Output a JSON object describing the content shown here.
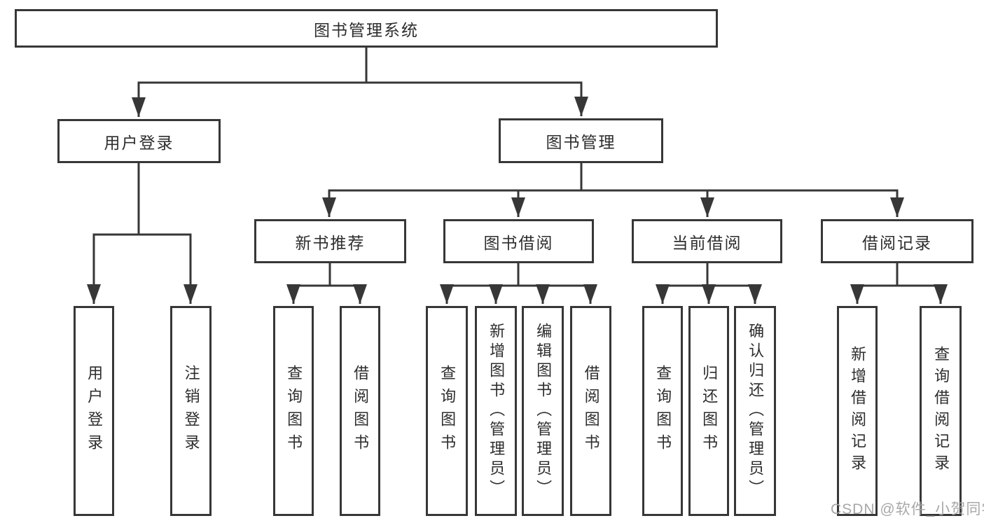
{
  "tree": {
    "label": "图书管理系统",
    "children": [
      {
        "label": "用户登录",
        "children": [
          {
            "label": "用户登录"
          },
          {
            "label": "注销登录"
          }
        ]
      },
      {
        "label": "图书管理",
        "children": [
          {
            "label": "新书推荐",
            "children": [
              {
                "label": "查询图书"
              },
              {
                "label": "借阅图书"
              }
            ]
          },
          {
            "label": "图书借阅",
            "children": [
              {
                "label": "查询图书"
              },
              {
                "label": "新增图书（管理员）"
              },
              {
                "label": "编辑图书（管理员）"
              },
              {
                "label": "借阅图书"
              }
            ]
          },
          {
            "label": "当前借阅",
            "children": [
              {
                "label": "查询图书"
              },
              {
                "label": "归还图书"
              },
              {
                "label": "确认归还（管理员）"
              }
            ]
          },
          {
            "label": "借阅记录",
            "children": [
              {
                "label": "新增借阅记录"
              },
              {
                "label": "查询借阅记录"
              }
            ]
          }
        ]
      }
    ]
  },
  "watermark": {
    "text": "CSDN @软件_小贺同学"
  },
  "colors": {
    "line": "#373737",
    "box_border": "#373737",
    "text": "#2d2d2d",
    "background": "#ffffff",
    "watermark": "#a3a3a3"
  }
}
